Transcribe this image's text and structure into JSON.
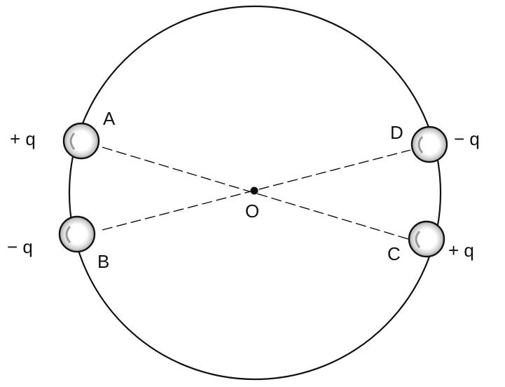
{
  "points": {
    "A": "A",
    "B": "B",
    "C": "C",
    "D": "D",
    "O": "O"
  },
  "charges": {
    "A": "+ q",
    "B": "− q",
    "C": "+ q",
    "D": "− q"
  },
  "colors": {
    "stroke": "#111111",
    "sphere_shade": "#9a9a9a",
    "background": "#ffffff"
  }
}
